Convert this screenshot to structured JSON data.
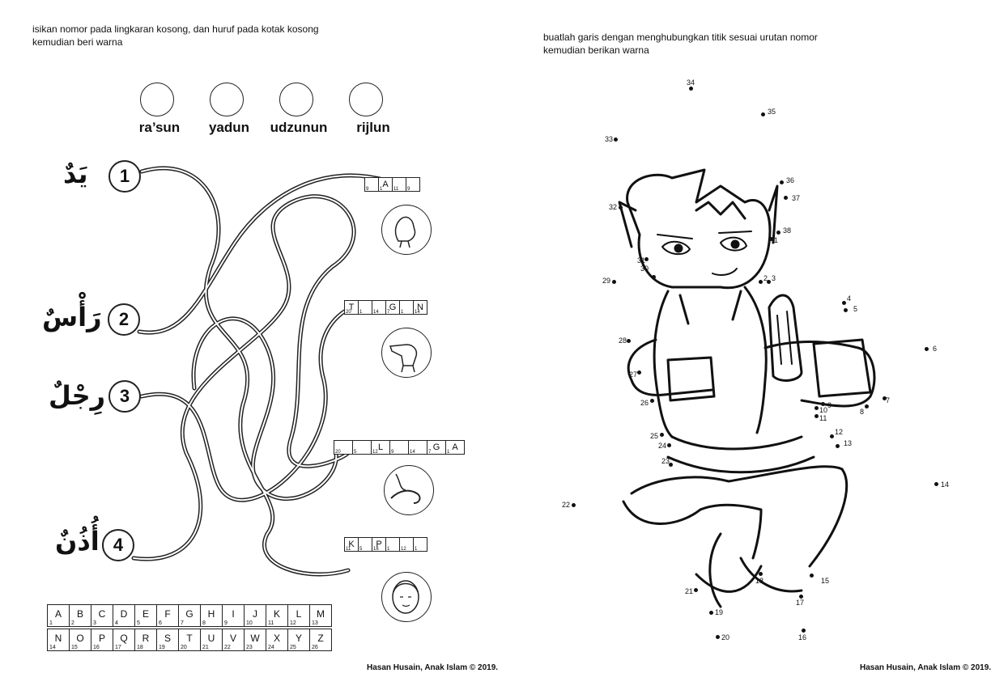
{
  "left_page": {
    "instruction_line1": "isikan nomor pada lingkaran kosong, dan huruf pada kotak kosong",
    "instruction_line2": "kemudian beri warna",
    "words": [
      "ra’sun",
      "yadun",
      "udzunun",
      "rijlun"
    ],
    "items": [
      {
        "number": "1",
        "arabic": "يَدٌ"
      },
      {
        "number": "2",
        "arabic": "رَأْسٌ"
      },
      {
        "number": "3",
        "arabic": "رِجْلٌ"
      },
      {
        "number": "4",
        "arabic": "أُذُنٌ"
      }
    ],
    "puzzles": [
      {
        "letters": [
          "",
          "A",
          "",
          ""
        ],
        "numbers": [
          "9",
          "1",
          "11",
          "9"
        ]
      },
      {
        "letters": [
          "T",
          "",
          "",
          "G",
          "",
          "N"
        ],
        "numbers": [
          "20",
          "1",
          "14",
          "7",
          "1",
          "14"
        ]
      },
      {
        "letters": [
          "",
          "",
          "L",
          "",
          "",
          "G",
          "A"
        ],
        "numbers": [
          "20",
          "5",
          "12",
          "9",
          "14",
          "7",
          "1"
        ]
      },
      {
        "letters": [
          "K",
          "",
          "P",
          "",
          "",
          ""
        ],
        "numbers": [
          "11",
          "5",
          "16",
          "1",
          "12",
          "1"
        ]
      }
    ],
    "alphabet_row1": [
      {
        "l": "A",
        "n": "1"
      },
      {
        "l": "B",
        "n": "2"
      },
      {
        "l": "C",
        "n": "3"
      },
      {
        "l": "D",
        "n": "4"
      },
      {
        "l": "E",
        "n": "5"
      },
      {
        "l": "F",
        "n": "6"
      },
      {
        "l": "G",
        "n": "7"
      },
      {
        "l": "H",
        "n": "8"
      },
      {
        "l": "I",
        "n": "9"
      },
      {
        "l": "J",
        "n": "10"
      },
      {
        "l": "K",
        "n": "11"
      },
      {
        "l": "L",
        "n": "12"
      },
      {
        "l": "M",
        "n": "13"
      }
    ],
    "alphabet_row2": [
      {
        "l": "N",
        "n": "14"
      },
      {
        "l": "O",
        "n": "15"
      },
      {
        "l": "P",
        "n": "16"
      },
      {
        "l": "Q",
        "n": "17"
      },
      {
        "l": "R",
        "n": "18"
      },
      {
        "l": "S",
        "n": "19"
      },
      {
        "l": "T",
        "n": "20"
      },
      {
        "l": "U",
        "n": "21"
      },
      {
        "l": "V",
        "n": "22"
      },
      {
        "l": "W",
        "n": "23"
      },
      {
        "l": "X",
        "n": "24"
      },
      {
        "l": "Y",
        "n": "25"
      },
      {
        "l": "Z",
        "n": "26"
      }
    ],
    "footer": "Hasan Husain, Anak Islam © 2019."
  },
  "right_page": {
    "instruction_line1": "buatlah garis dengan menghubungkan titik sesuai urutan nomor",
    "instruction_line2": "kemudian berikan warna",
    "dot_labels": [
      "1",
      "2",
      "3",
      "4",
      "5",
      "6",
      "7",
      "8",
      "9",
      "10",
      "11",
      "12",
      "13",
      "14",
      "15",
      "16",
      "17",
      "18",
      "19",
      "20",
      "21",
      "22",
      "23",
      "24",
      "25",
      "26",
      "27",
      "28",
      "29",
      "30",
      "31",
      "32",
      "33",
      "34",
      "35",
      "36",
      "37",
      "38"
    ],
    "footer": "Hasan Husain, Anak Islam © 2019."
  }
}
